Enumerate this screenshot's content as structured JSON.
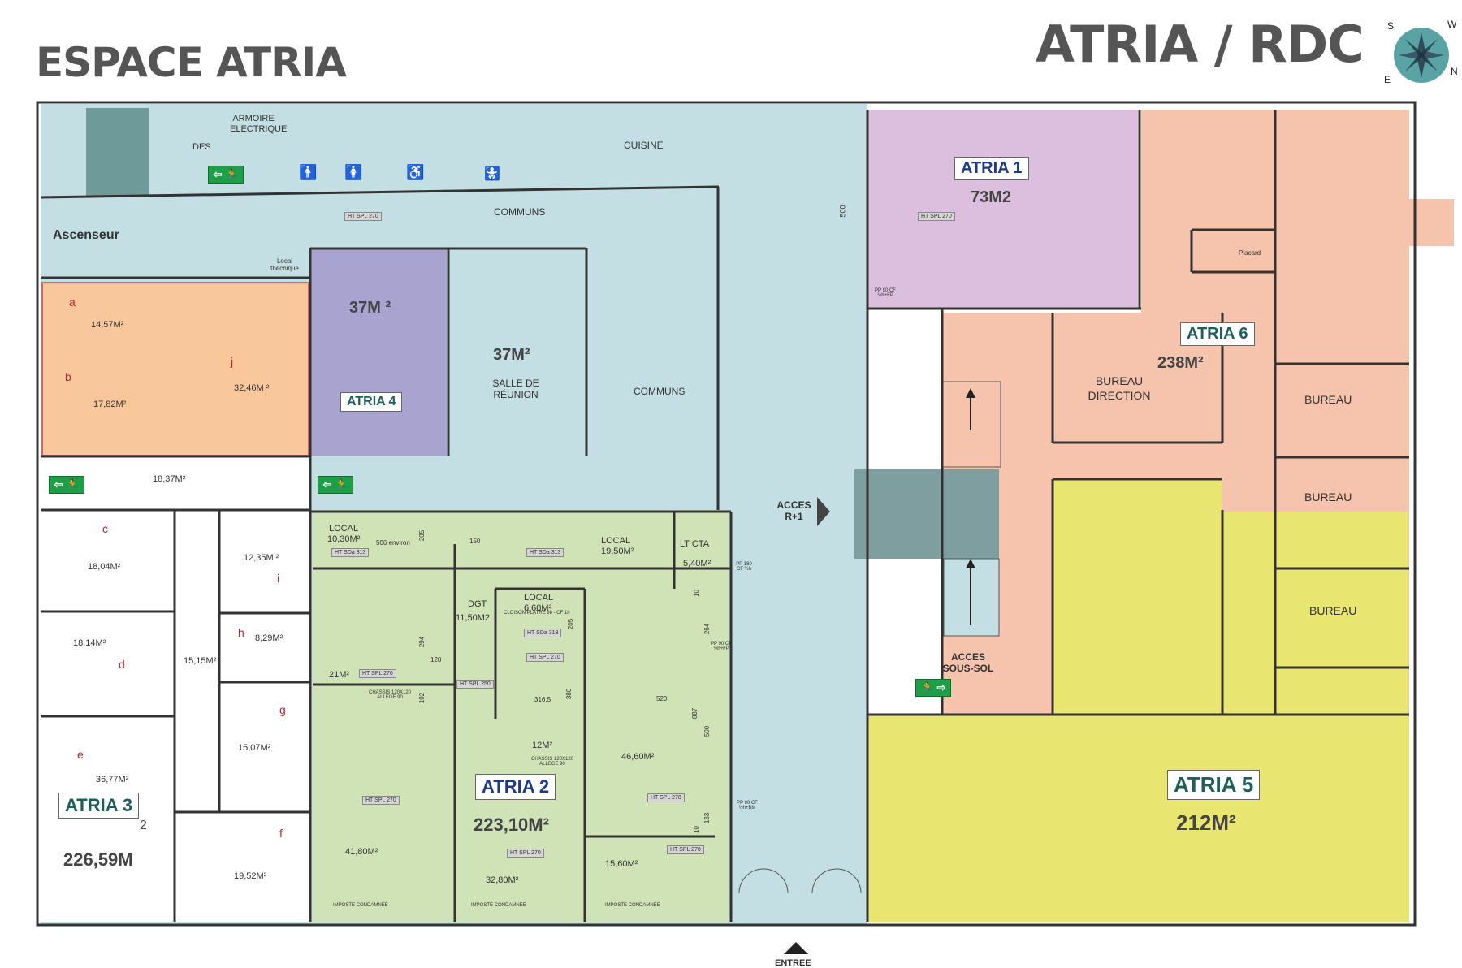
{
  "title_left": "ESPACE ATRIA",
  "title_right": "ATRIA / RDC",
  "compass": {
    "n": "N",
    "s": "S",
    "e": "E",
    "w": "W"
  },
  "colors": {
    "commons": "#c3dfe3",
    "atria1": "#dcbfdf",
    "atria2": "#cfe3b6",
    "atria3": "#ffffff",
    "atria4": "#a8a3cf",
    "atria5": "#e8e571",
    "atria6": "#f6c3ac",
    "orange_rooms": "#f8c89c",
    "wall": "#333333"
  },
  "badges": {
    "atria1": "ATRIA 1",
    "atria2": "ATRIA 2",
    "atria3": "ATRIA 3",
    "atria4": "ATRIA 4",
    "atria5": "ATRIA 5",
    "atria6": "ATRIA 6"
  },
  "areas": {
    "atria1": "73M2",
    "atria2": "223,10M²",
    "atria3_a": "2",
    "atria3_b": "226,59M",
    "atria4": "37M ²",
    "atria5": "212M²",
    "atria6": "238M²",
    "salle": "37M²",
    "a": "14,57M²",
    "b": "17,82M²",
    "j": "32,46M ²",
    "corridor": "18,37M²",
    "c": "18,04M²",
    "d": "18,14M²",
    "e": "36,77M²",
    "f": "19,52M²",
    "g": "15,07M²",
    "h": "8,29M²",
    "i": "12,35M ²",
    "mid_corr": "15,15M²",
    "local1": "10,30M²",
    "local2": "19,50M²",
    "ltcta": "5,40M²",
    "dgt": "11,50M2",
    "local3": "6,60M²",
    "r21": "21M²",
    "r12": "12M²",
    "r46": "46,60M²",
    "r41": "41,80M²",
    "r32": "32,80M²",
    "r15": "15,60M²"
  },
  "letters": {
    "a": "a",
    "b": "b",
    "c": "c",
    "d": "d",
    "e": "e",
    "f": "f",
    "g": "g",
    "h": "h",
    "i": "i",
    "j": "j"
  },
  "labels": {
    "armoire": "ARMOIRE ELECTRIQUE",
    "des": "DES",
    "cuisine": "CUISINE",
    "communs_top": "COMMUNS",
    "communs_mid": "COMMUNS",
    "ascenseur": "Ascenseur",
    "local_tech": "Local thecnique",
    "salle": "SALLE DE RÉUNION",
    "local1": "LOCAL",
    "local2": "LOCAL",
    "ltcta": "LT CTA",
    "dgt": "DGT",
    "local3": "LOCAL",
    "acces_r1": "ACCES R+1",
    "acces_ss": "ACCES SOUS-SOL",
    "entree": "ENTREE",
    "bureau_dir": "BUREAU DIRECTION",
    "bureau1": "BUREAU",
    "bureau2": "BUREAU",
    "bureau3": "BUREAU",
    "placard": "Placard",
    "imposte1": "IMPOSTE CONDAMNEE",
    "imposte2": "IMPOSTE CONDAMNEE",
    "imposte3": "IMPOSTE CONDAMNEE",
    "chassis1": "CHASSIS 120X120 ALLEGE 90",
    "chassis2": "CHASSIS 120X120 ALLEGE 90",
    "cloison": "CLOISON PLATRE 98 - CF 1h",
    "pp90a": "PP 90 CF ½h+FP",
    "pp180": "PP 180 CF ½h",
    "pp90b": "PP 90 CF ½h+FP",
    "pp90c": "PP 90 CF ½h+BM",
    "ht_spl_270": "HT SPL 270",
    "ht_spl_250": "HT SPL 250",
    "ht_sda_313": "HT SDa 313",
    "dim_500": "500",
    "dim_506": "506 environ",
    "dim_205": "205",
    "dim_150": "150",
    "dim_294": "294",
    "dim_120": "120",
    "dim_102": "102",
    "dim_316": "316,5",
    "dim_380": "380",
    "dim_520": "520",
    "dim_887": "887",
    "dim_264": "264",
    "dim_133": "133",
    "dim_10a": "10",
    "dim_10b": "10",
    "dim_205b": "205",
    "dim_500b": "500"
  }
}
